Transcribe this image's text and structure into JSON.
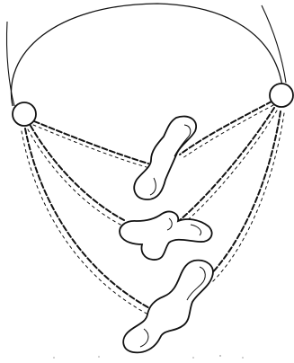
{
  "figure": {
    "colors": {
      "ink": "#111111",
      "background": "#ffffff",
      "fill": "#ffffff"
    },
    "elements": [
      "cell-outline",
      "left-pole",
      "right-pole",
      "spindle-fibers",
      "chromosome-upper",
      "chromosome-middle",
      "chromosome-lower"
    ]
  }
}
